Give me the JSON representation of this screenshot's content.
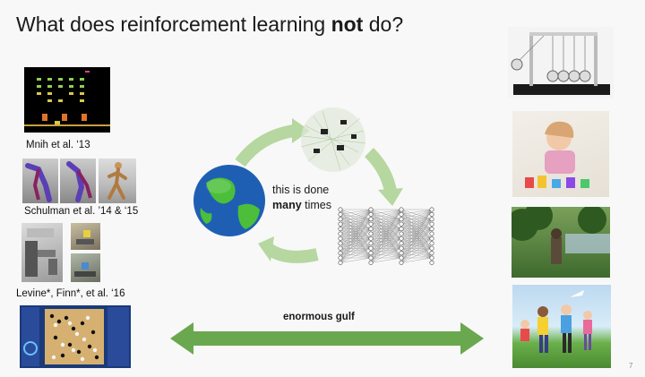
{
  "slide": {
    "title_prefix": "What does reinforcement learning ",
    "title_bold": "not",
    "title_suffix": " do?",
    "slide_number": "7"
  },
  "captions": {
    "mnih": "Mnih et al. ‘13",
    "schulman": "Schulman et al. ’14 & ‘15",
    "levine": "Levine*, Finn*, et al. ‘16"
  },
  "center": {
    "line1": "this is done",
    "line2_bold": "many",
    "line2_rest": " times"
  },
  "gulf": {
    "label": "enormous gulf"
  },
  "colors": {
    "arrow_green": "#6aa84f",
    "cycle_green": "#b6d7a0",
    "earth_blue": "#1f5fb3",
    "earth_green": "#4cbf3a"
  },
  "icons": {
    "earth": "earth-icon",
    "network": "neural-network-icon",
    "cradle": "newtons-cradle-icon"
  }
}
